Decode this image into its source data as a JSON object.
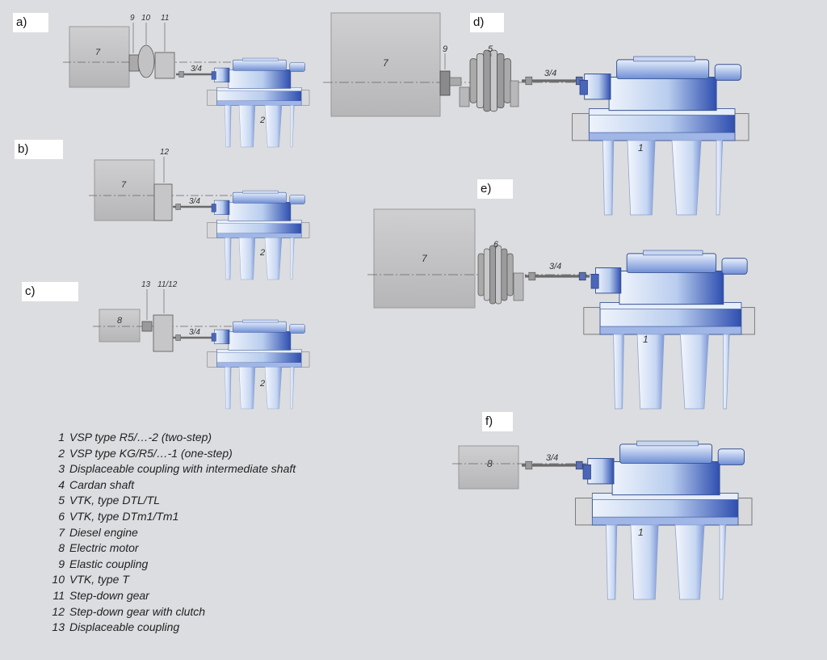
{
  "panels": [
    {
      "id": "a",
      "label": "a)",
      "engine_num": "7",
      "prop_num": "2",
      "callouts": [
        "9",
        "10",
        "11"
      ],
      "shaft_label": "3/4"
    },
    {
      "id": "b",
      "label": "b)",
      "engine_num": "7",
      "prop_num": "2",
      "callouts": [
        "12"
      ],
      "shaft_label": "3/4"
    },
    {
      "id": "c",
      "label": "c)",
      "engine_num": "8",
      "prop_num": "2",
      "callouts": [
        "13",
        "11/12"
      ],
      "shaft_label": "3/4"
    },
    {
      "id": "d",
      "label": "d)",
      "engine_num": "7",
      "prop_num": "1",
      "callouts": [
        "9",
        "5"
      ],
      "shaft_label": "3/4"
    },
    {
      "id": "e",
      "label": "e)",
      "engine_num": "7",
      "prop_num": "1",
      "callouts": [
        "6"
      ],
      "shaft_label": "3/4"
    },
    {
      "id": "f",
      "label": "f)",
      "engine_num": "8",
      "prop_num": "1",
      "callouts": [],
      "shaft_label": "3/4"
    }
  ],
  "legend": [
    {
      "num": "1",
      "text": "VSP type R5/…-2 (two-step)"
    },
    {
      "num": "2",
      "text": "VSP type KG/R5/…-1 (one-step)"
    },
    {
      "num": "3",
      "text": "Displaceable coupling with intermediate shaft"
    },
    {
      "num": "4",
      "text": "Cardan shaft"
    },
    {
      "num": "5",
      "text": "VTK, type DTL/TL"
    },
    {
      "num": "6",
      "text": "VTK, type DTm1/Tm1"
    },
    {
      "num": "7",
      "text": "Diesel engine"
    },
    {
      "num": "8",
      "text": "Electric motor"
    },
    {
      "num": "9",
      "text": "Elastic coupling"
    },
    {
      "num": "10",
      "text": "VTK, type T"
    },
    {
      "num": "11",
      "text": "Step-down gear"
    },
    {
      "num": "12",
      "text": "Step-down gear with clutch"
    },
    {
      "num": "13",
      "text": "Displaceable coupling"
    }
  ],
  "colors": {
    "background": "#dcdde0",
    "engine_fill": "#c3c3c5",
    "propeller_blue": "#2f4fb0",
    "propeller_light": "#d8e4f5",
    "line": "#555555"
  }
}
